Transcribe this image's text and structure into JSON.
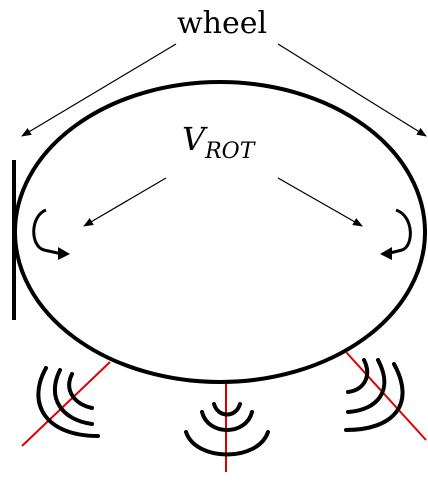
{
  "labels": {
    "wheel": "wheel",
    "vrot_main": "V",
    "vrot_sub": "ROT"
  },
  "colors": {
    "stroke": "#000000",
    "beam": "#e00000",
    "background": "#ffffff"
  },
  "elements": {
    "wheel_shape": "ellipse",
    "rotation_arrows": [
      "left-rotation-arrow",
      "right-rotation-arrow"
    ],
    "sensor_wavefronts": [
      "left-sensor-waves",
      "bottom-sensor-waves",
      "right-sensor-waves"
    ]
  }
}
